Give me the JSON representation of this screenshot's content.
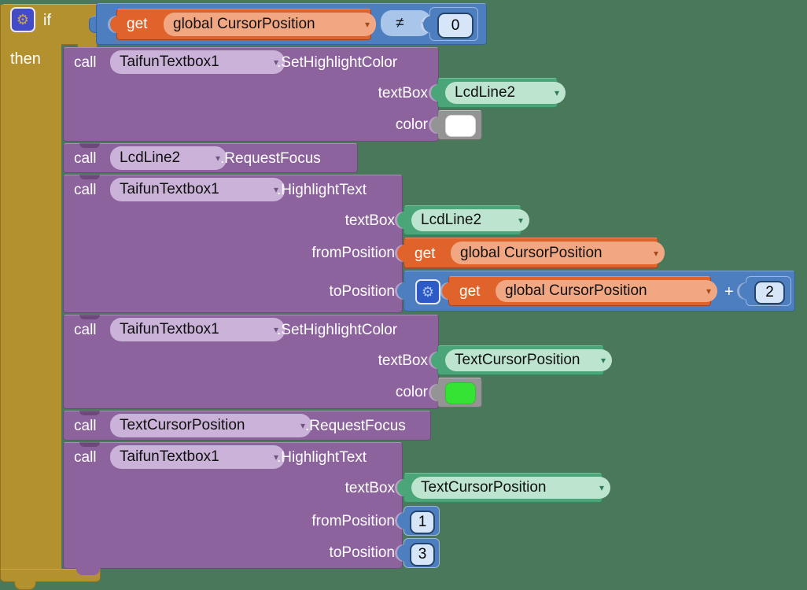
{
  "workspace": {
    "background": "#49795a"
  },
  "icons": {
    "gear": "⚙",
    "dropdown": "▾"
  },
  "labels": {
    "call": "call",
    "get": "get",
    "textBox": "textBox",
    "color": "color",
    "fromPosition": "fromPosition",
    "toPosition": "toPosition",
    "plus": "+"
  },
  "if_block": {
    "if_label": "if",
    "then_label": "then"
  },
  "condition": {
    "variable": "global CursorPosition",
    "operator": "≠",
    "value": "0"
  },
  "calls": {
    "c1": {
      "component": "TaifunTextbox1",
      "method": ".SetHighlightColor",
      "textBox_value": "LcdLine2"
    },
    "c2": {
      "component": "LcdLine2",
      "method": ".RequestFocus"
    },
    "c3": {
      "component": "TaifunTextbox1",
      "method": ".HighlightText",
      "textBox_value": "LcdLine2",
      "fromPosition_var": "global CursorPosition",
      "toPosition_var": "global CursorPosition",
      "toPosition_addend": "2"
    },
    "c4": {
      "component": "TaifunTextbox1",
      "method": ".SetHighlightColor",
      "textBox_value": "TextCursorPosition"
    },
    "c5": {
      "component": "TextCursorPosition",
      "method": ".RequestFocus"
    },
    "c6": {
      "component": "TaifunTextbox1",
      "method": ".HighlightText",
      "textBox_value": "TextCursorPosition",
      "fromPosition_value": "1",
      "toPosition_value": "3"
    }
  },
  "colors": {
    "white_swatch": "#FFFFFF",
    "green_swatch": "#35E335",
    "gold_block": "#B3912E",
    "purple_block": "#8D639E",
    "blue_block": "#4D7EC0",
    "orange_block": "#E0632C",
    "green_block": "#4AA578"
  }
}
